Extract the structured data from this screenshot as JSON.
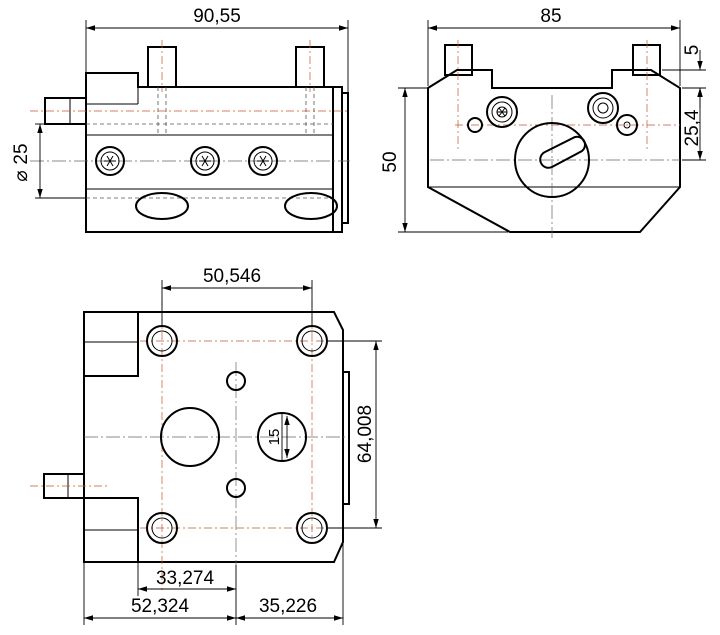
{
  "views": {
    "side": {
      "dims": {
        "overall_width": "90,55",
        "diameter": "25",
        "diameter_symbol": "⌀"
      }
    },
    "front": {
      "dims": {
        "overall_width": "85",
        "height": "50",
        "top_step": "5",
        "center_height": "25,4"
      }
    },
    "top": {
      "dims": {
        "hole_spacing_x": "50,546",
        "hole_spacing_y": "64,008",
        "slot_width": "15",
        "offset_left_short": "33,274",
        "offset_left": "52,324",
        "offset_right": "35,226"
      }
    }
  },
  "colors": {
    "line": "#000000",
    "centerline_accent": "#c05a30"
  }
}
